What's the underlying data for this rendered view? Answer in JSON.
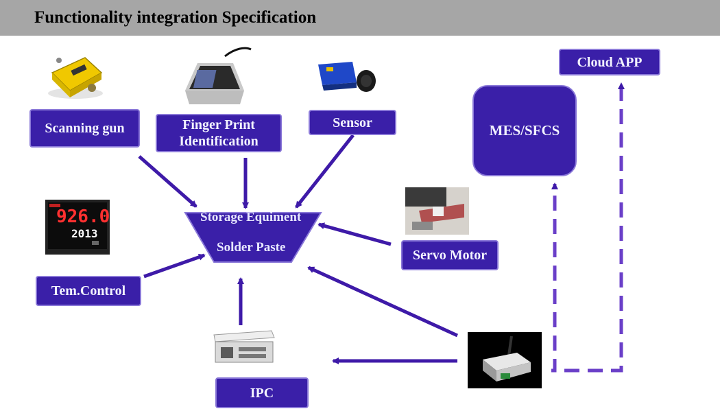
{
  "title": "Functionality integration Specification",
  "colors": {
    "box_fill": "#3a1fa8",
    "box_border": "#8a78d8",
    "arrow": "#3e1aa8",
    "title_bar": "#a6a6a6"
  },
  "nodes": {
    "scanning_gun": "Scanning gun",
    "finger_print_line1": "Finger Print",
    "finger_print_line2": "Identification",
    "sensor": "Sensor",
    "cloud_app": "Cloud APP",
    "mes_sfcs": "MES/SFCS",
    "servo_motor": "Servo Motor",
    "tem_control": "Tem.Control",
    "ipc": "IPC",
    "storage_line1": "Storage Equiment",
    "storage_line2": "Solder Paste"
  },
  "device_readout": {
    "top": "926.0",
    "bottom": "2013"
  },
  "icons": [
    "barcode-scanner-icon",
    "fingerprint-reader-icon",
    "laser-sensor-icon",
    "temperature-controller-icon",
    "servo-motor-icon",
    "industrial-pc-icon",
    "wireless-gateway-icon"
  ]
}
